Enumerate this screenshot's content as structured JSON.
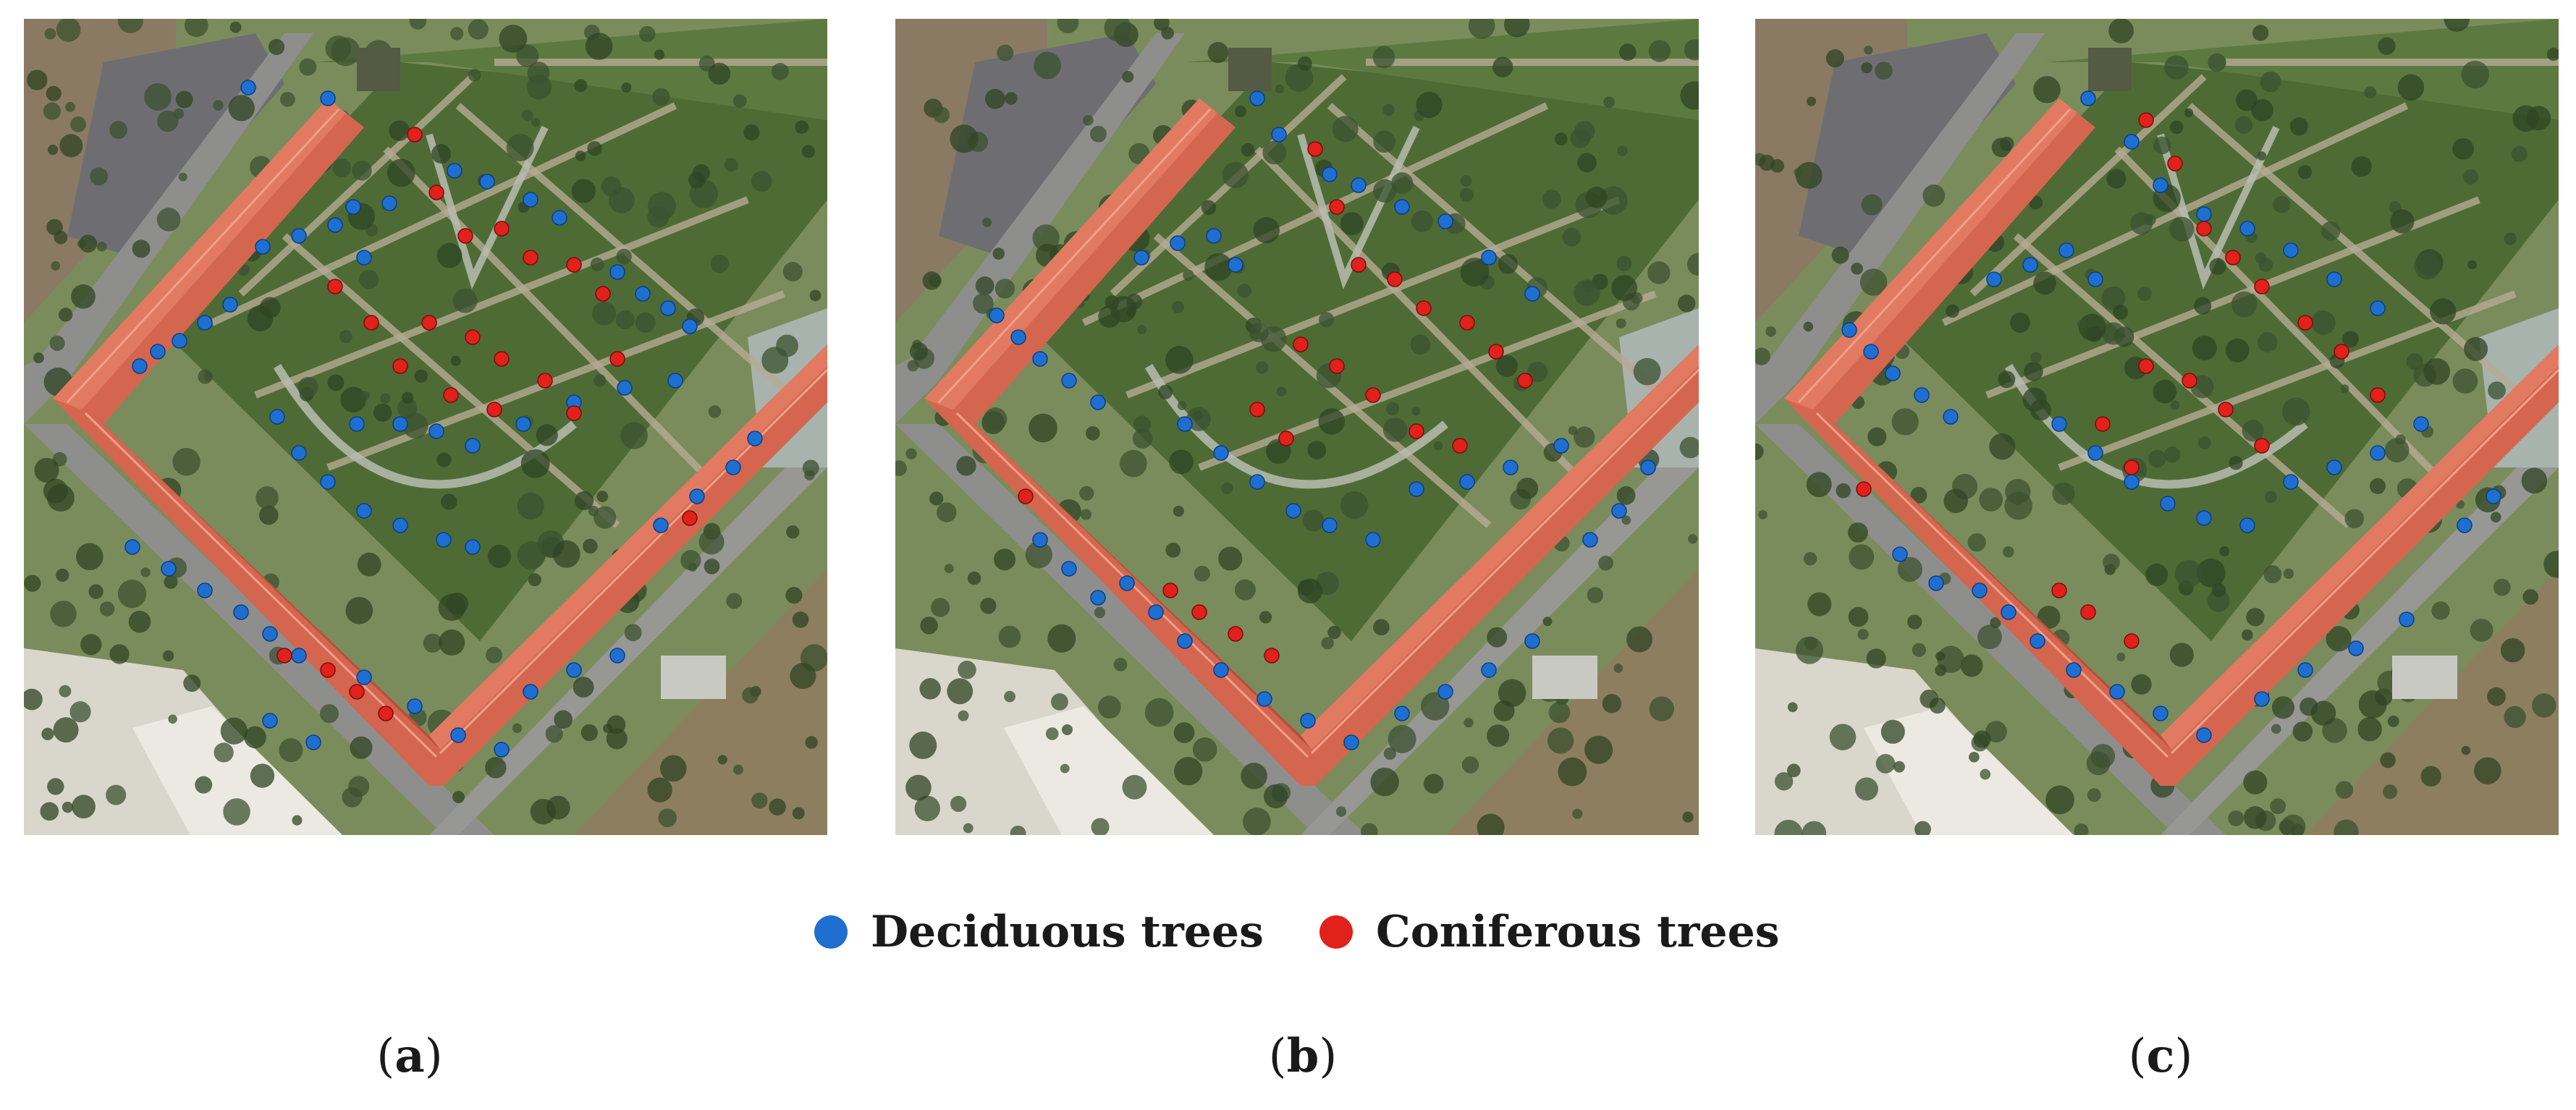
{
  "legend": {
    "deciduous": {
      "label": "Deciduous trees",
      "color": "#1f6fd1"
    },
    "coniferous": {
      "label": "Coniferous trees",
      "color": "#e0211c"
    }
  },
  "captions": [
    {
      "open": "(",
      "letter": "a",
      "close": ")"
    },
    {
      "open": "(",
      "letter": "b",
      "close": ")"
    },
    {
      "open": "(",
      "letter": "c",
      "close": ")"
    }
  ],
  "panels": [
    {
      "name": "aerial-image-a",
      "content": "satellite view of an L-shaped red-roofed building around a garden with marked trees"
    },
    {
      "name": "aerial-image-b",
      "content": "satellite view of an L-shaped red-roofed building around a garden with marked trees"
    },
    {
      "name": "aerial-image-c",
      "content": "satellite view of an L-shaped red-roofed building around a garden with marked trees"
    }
  ]
}
